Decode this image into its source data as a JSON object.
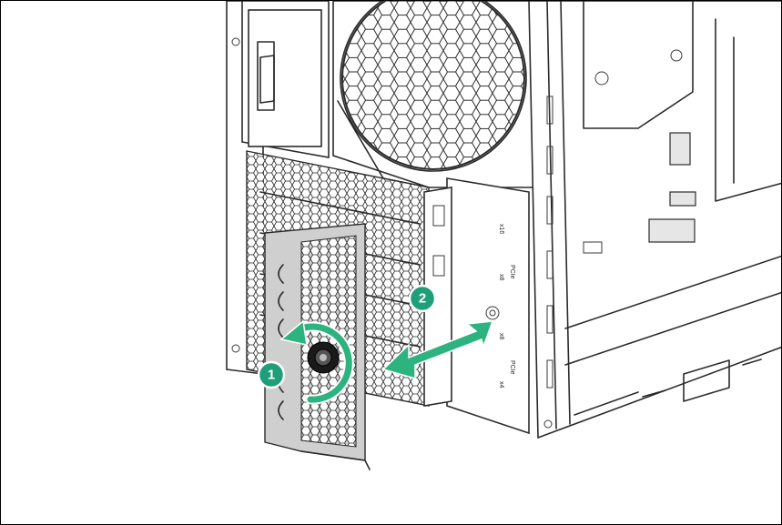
{
  "diagram": {
    "callouts": [
      {
        "label": "1",
        "action": "loosen-thumbscrew"
      },
      {
        "label": "2",
        "action": "remove-bracket"
      }
    ],
    "slot_labels": [
      "PCIe",
      "x16",
      "x8",
      "PCIe",
      "x8",
      "x4"
    ],
    "colors": {
      "callout": "#1f9e7a",
      "arrow": "#2db37f",
      "outline": "#2b2b2b",
      "bracket": "#cfcfcf"
    }
  }
}
